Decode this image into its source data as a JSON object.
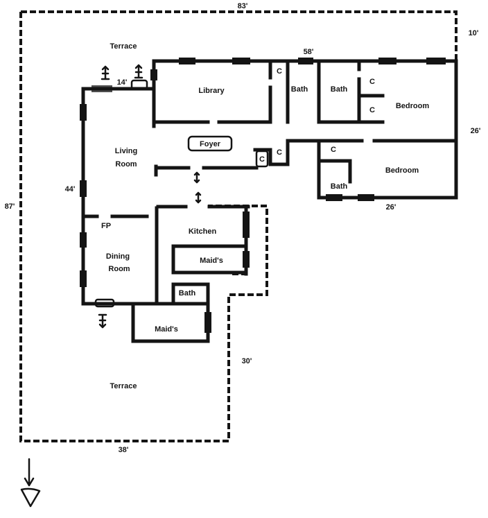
{
  "colors": {
    "ink": "#141414",
    "paper": "#ffffff"
  },
  "dimensions": {
    "top": "83'",
    "top_right": "10'",
    "north_wall": "58'",
    "living_top": "14'",
    "east_side": "26'",
    "west_side": "87'",
    "living_west": "44'",
    "bedroom_wing_bottom": "26'",
    "service_wing": "30'",
    "bottom": "38'"
  },
  "rooms": {
    "terrace_north": "Terrace",
    "library": "Library",
    "library_closet": "C",
    "bath_1": "Bath",
    "bath_2": "Bath",
    "bedroom_closet_1": "C",
    "bedroom_closet_2": "C",
    "bedroom_1": "Bedroom",
    "foyer": "Foyer",
    "foyer_closet_1": "C",
    "foyer_closet_2": "C",
    "living_room": [
      "Living",
      "Room"
    ],
    "bedroom_2_closet": "C",
    "bedroom_2": "Bedroom",
    "bath_3": "Bath",
    "fireplace": "FP",
    "kitchen": "Kitchen",
    "dining_room": [
      "Dining",
      "Room"
    ],
    "maids_room_1": "Maid's",
    "bath_4": "Bath",
    "maids_room_2": "Maid's",
    "terrace_south": "Terrace"
  },
  "symbols": {
    "north_arrow": "north-arrow-icon",
    "steps": "steps-icon",
    "stair_arrow": "stair-arrow-icon"
  }
}
